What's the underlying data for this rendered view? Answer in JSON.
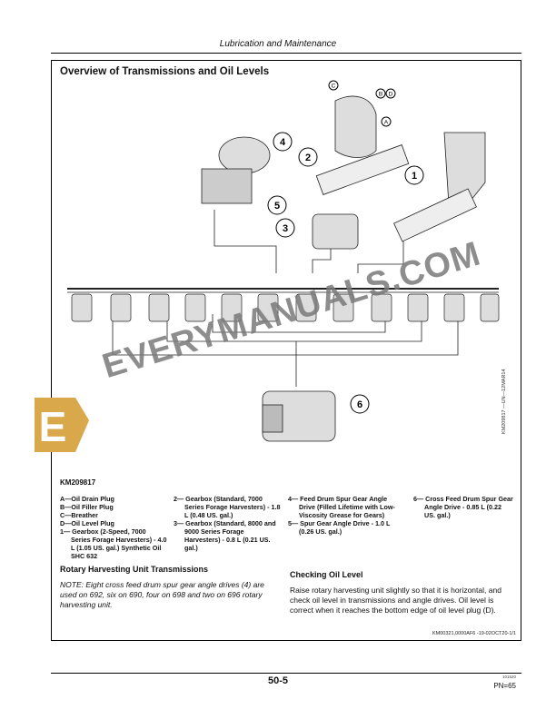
{
  "header": {
    "title": "Lubrication and Maintenance"
  },
  "section": {
    "title": "Overview of Transmissions and Oil Levels"
  },
  "figure": {
    "id": "KM209817",
    "side_id": "KM209817 —UN—12MAR14",
    "callouts": [
      "1",
      "2",
      "3",
      "4",
      "5",
      "6"
    ],
    "letters": [
      "A",
      "B",
      "C",
      "D"
    ]
  },
  "legend": {
    "col1": [
      "A—Oil Drain Plug",
      "B—Oil Filler Plug",
      "C—Breather",
      "D—Oil Level Plug",
      "1— Gearbox (2-Speed, 7000 Series Forage Harvesters) - 4.0 L (1.05 US. gal.) Synthetic Oil SHC 632"
    ],
    "col2": [
      "2— Gearbox (Standard, 7000 Series Forage Harvesters) - 1.8 L (0.48 US. gal.)",
      "3— Gearbox (Standard, 8000 and 9000 Series Forage Harvesters) - 0.8 L (0.21 US. gal.)"
    ],
    "col3": [
      "4— Feed Drum Spur Gear Angle Drive (Filled Lifetime with Low-Viscosity Grease for Gears)",
      "5— Spur Gear Angle Drive - 1.0 L (0.26 US. gal.)"
    ],
    "col4": [
      "6— Cross Feed Drum Spur Gear Angle Drive - 0.85 L (0.22 US. gal.)"
    ]
  },
  "rotary": {
    "title": "Rotary Harvesting Unit Transmissions",
    "note": "NOTE: Eight cross feed drum spur gear angle drives (4) are used on 692, six on 690, four on 698 and two on 696 rotary harvesting unit."
  },
  "checking": {
    "title": "Checking Oil Level",
    "body": "Raise rotary harvesting unit slightly so that it is horizontal, and check oil level in transmissions and angle drives. Oil level is correct when it reaches the bottom edge of oil level plug (D)."
  },
  "reference": "KM00321,0000AF6 -19-02OCT20-1/1",
  "footer": {
    "page": "50-5",
    "small_code": "101520",
    "pn": "PN=65"
  },
  "watermark": {
    "text": "EVERYMANUALS.COM",
    "logo_letter": "E"
  }
}
